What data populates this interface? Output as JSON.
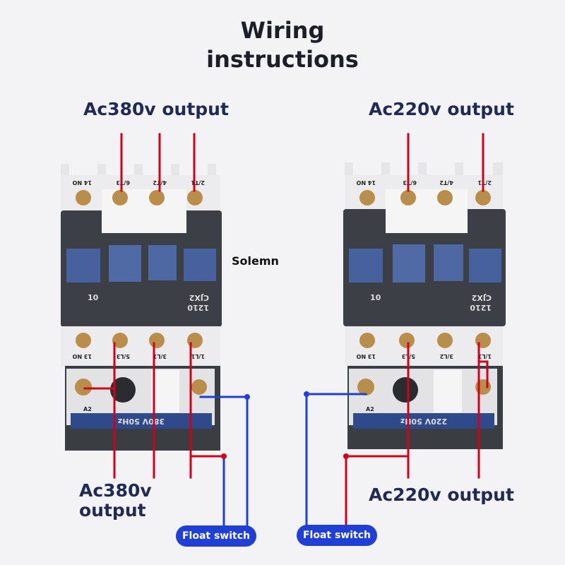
{
  "title": {
    "line1": "Wiring",
    "line2": "instructions"
  },
  "left": {
    "top_label": "Ac380v output",
    "bottom_label_line1": "Ac380v",
    "bottom_label_line2": "output",
    "float_switch": "Float switch",
    "coil_label": "Solemn",
    "top_terminals": [
      "14 NO",
      "6/T3",
      "4/T2",
      "2/T1"
    ],
    "bottom_terminals": [
      "13 NO",
      "5/L3",
      "3/L1",
      "1/L1"
    ],
    "model": "CJX2",
    "rating": "1210",
    "contact_code": "10",
    "coil_terminal": "A2",
    "coil_voltage": "380V 50Hz"
  },
  "right": {
    "top_label": "Ac220v output",
    "bottom_label": "Ac220v output",
    "float_switch": "Float switch",
    "top_terminals": [
      "14 NO",
      "6/T3",
      "4/T2",
      "2/T1"
    ],
    "bottom_terminals": [
      "13 NO",
      "5/L3",
      "3/L2",
      "1/L1"
    ],
    "model": "CJX2",
    "rating": "1210",
    "contact_code": "10",
    "coil_terminal": "A2",
    "coil_voltage": "220V 50Hz"
  },
  "colors": {
    "wire_red": "#d0021b",
    "wire_blue": "#1f3fd6",
    "pill": "#1f3fd6",
    "label": "#1f2a55"
  }
}
